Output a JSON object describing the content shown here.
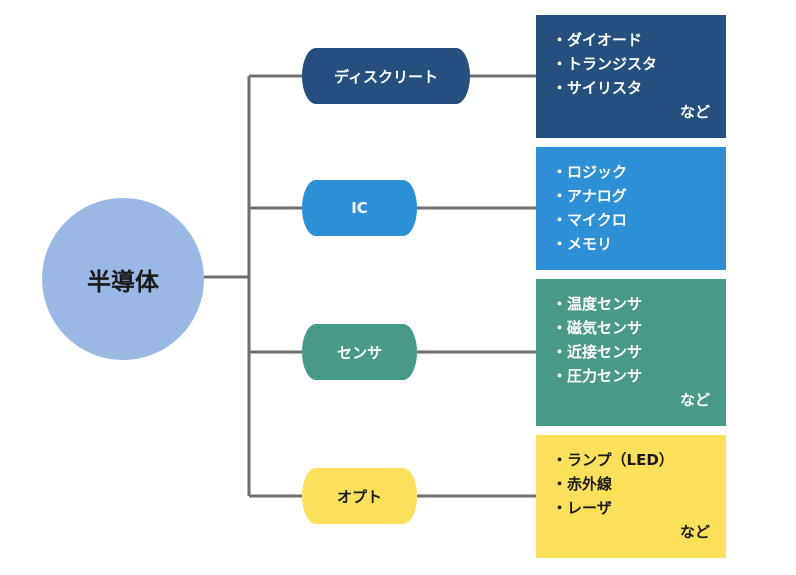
{
  "root": {
    "label": "半導体",
    "color": "#9bb7e3"
  },
  "categories": [
    {
      "label": "ディスクリート",
      "color": "#244f7e",
      "items": [
        "・ダイオード",
        "・トランジスタ",
        "・サイリスタ"
      ],
      "suffix": "など"
    },
    {
      "label": "IC",
      "color": "#2d8fd6",
      "items": [
        "・ロジック",
        "・アナログ",
        "・マイクロ",
        "・メモリ"
      ],
      "suffix": ""
    },
    {
      "label": "センサ",
      "color": "#479a88",
      "items": [
        "・温度センサ",
        "・磁気センサ",
        "・近接センサ",
        "・圧力センサ"
      ],
      "suffix": "など"
    },
    {
      "label": "オプト",
      "color": "#fde05a",
      "items": [
        "・ランプ（LED）",
        "・赤外線",
        "・レーザ"
      ],
      "suffix": "など"
    }
  ],
  "connector_color": "#6e6e6e"
}
